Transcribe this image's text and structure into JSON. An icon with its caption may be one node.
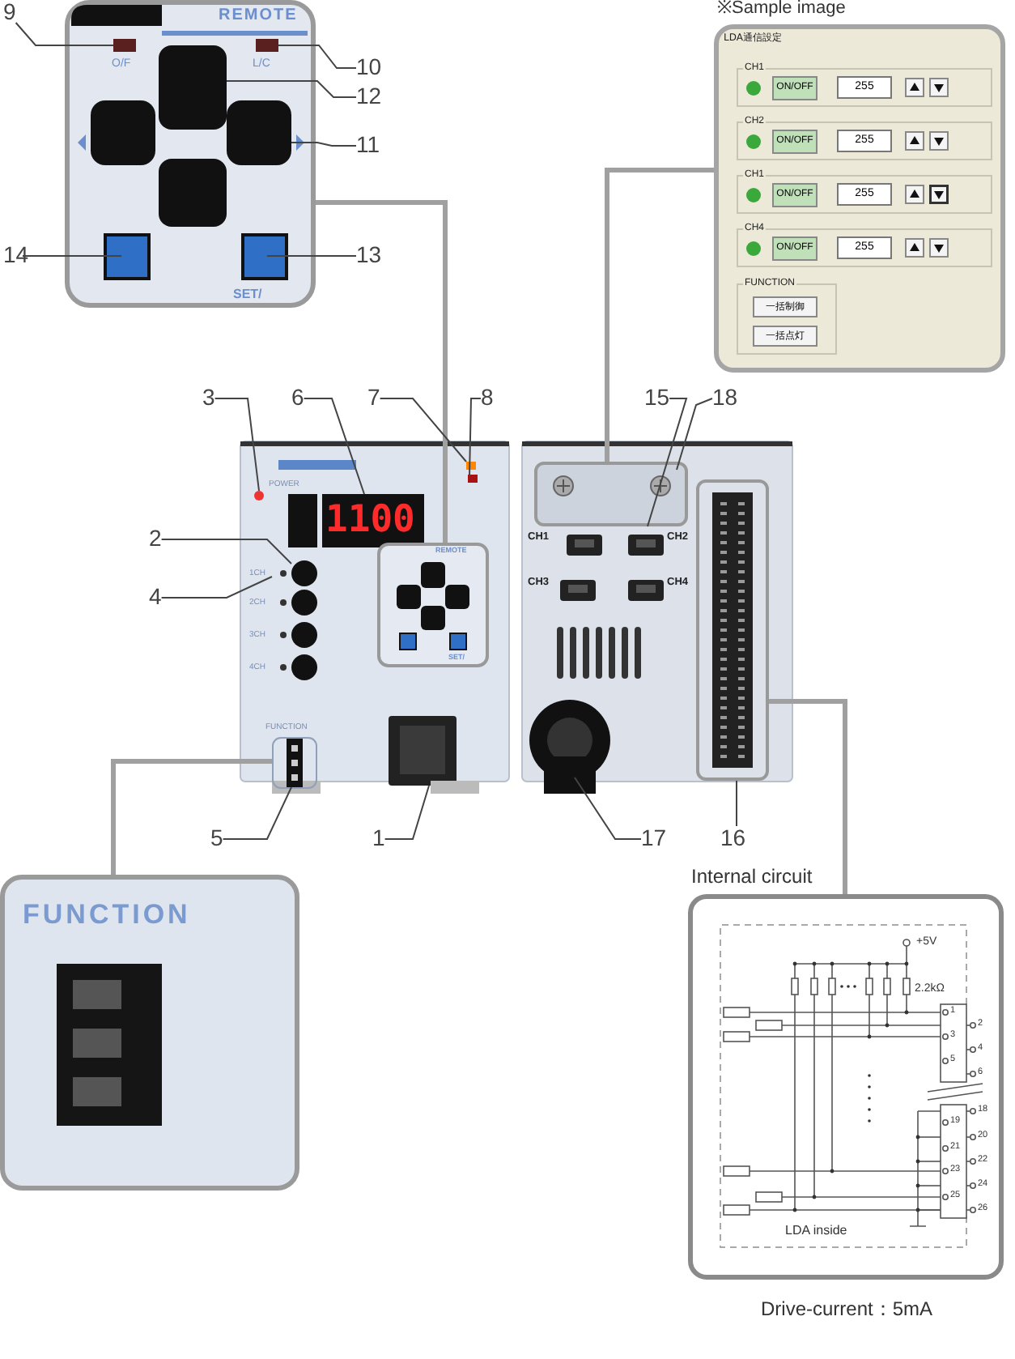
{
  "diagram": {
    "nodes": [
      {
        "text": [
          "REMOTE",
          "O/F",
          "L/C",
          "SET/"
        ]
      },
      {
        "text": [
          "LDA通信設定",
          "CH1",
          "ON/OFF",
          "255",
          "CH2",
          "ON/OFF",
          "255",
          "CH1",
          "ON/OFF",
          "255",
          "CH4",
          "ON/OFF",
          "255",
          "FUNCTION",
          "一括制御",
          "一括点灯"
        ],
        "beside": [
          "※Sample image"
        ]
      },
      {
        "text": [
          "POWER",
          "1100",
          "1CH",
          "2CH",
          "3CH",
          "4CH",
          "FUNCTION"
        ]
      },
      {
        "text": [
          "REMOTE",
          "SET/"
        ],
        "in": 2
      },
      {
        "text": [
          "CH1",
          "CH2",
          "CH3",
          "CH4"
        ]
      },
      {
        "text": [],
        "shape": "box",
        "in": 4
      },
      {
        "text": [],
        "shape": "box",
        "in": 4
      },
      {
        "text": [
          "FUNCTION"
        ]
      },
      {
        "text": [],
        "shape": "box",
        "in": 2
      },
      {
        "text": [
          "Internal circuit",
          "+5V",
          "2.2kΩ",
          "1",
          "2",
          "3",
          "4",
          "5",
          "6",
          "18",
          "19",
          "20",
          "21",
          "22",
          "23",
          "24",
          "25",
          "26",
          "LDA inside"
        ],
        "beside": [
          "Drive-current：5mA"
        ]
      },
      {
        "text": [
          "9"
        ]
      },
      {
        "text": [
          "10"
        ]
      },
      {
        "text": [
          "12"
        ]
      },
      {
        "text": [
          "11"
        ]
      },
      {
        "text": [
          "14"
        ]
      },
      {
        "text": [
          "13"
        ]
      },
      {
        "text": [
          "3"
        ]
      },
      {
        "text": [
          "6"
        ]
      },
      {
        "text": [
          "7"
        ]
      },
      {
        "text": [
          "8"
        ]
      },
      {
        "text": [
          "15"
        ]
      },
      {
        "text": [
          "18"
        ]
      },
      {
        "text": [
          "2"
        ]
      },
      {
        "text": [
          "4"
        ]
      },
      {
        "text": [
          "5"
        ]
      },
      {
        "text": [
          "1"
        ]
      },
      {
        "text": [
          "17"
        ]
      },
      {
        "text": [
          "16"
        ]
      }
    ],
    "edges": [
      {
        "from": 0,
        "to": 3,
        "arrow": "none",
        "style": "thick",
        "color": "#a0a0a0"
      },
      {
        "from": 1,
        "to": 5,
        "arrow": "none",
        "style": "thick",
        "color": "#a0a0a0"
      },
      {
        "from": 7,
        "to": 8,
        "arrow": "none",
        "style": "thick",
        "color": "#a0a0a0"
      },
      {
        "from": 9,
        "to": 6,
        "arrow": "none",
        "style": "thick",
        "color": "#a0a0a0"
      },
      {
        "from": 10,
        "to": 0,
        "arrow": "none"
      },
      {
        "from": 11,
        "to": 0,
        "arrow": "none"
      },
      {
        "from": 12,
        "to": 0,
        "arrow": "none"
      },
      {
        "from": 13,
        "to": 0,
        "arrow": "none"
      },
      {
        "from": 14,
        "to": 0,
        "arrow": "none"
      },
      {
        "from": 15,
        "to": 0,
        "arrow": "none"
      },
      {
        "from": 16,
        "to": 2,
        "arrow": "none"
      },
      {
        "from": 17,
        "to": 2,
        "arrow": "none"
      },
      {
        "from": 18,
        "to": 2,
        "arrow": "none"
      },
      {
        "from": 19,
        "to": 2,
        "arrow": "none"
      },
      {
        "from": 20,
        "to": 5,
        "arrow": "none"
      },
      {
        "from": 21,
        "to": 5,
        "arrow": "none"
      },
      {
        "from": 22,
        "to": 2,
        "arrow": "none"
      },
      {
        "from": 23,
        "to": 2,
        "arrow": "none"
      },
      {
        "from": 24,
        "to": 8,
        "arrow": "none"
      },
      {
        "from": 25,
        "to": 2,
        "arrow": "none"
      },
      {
        "from": 26,
        "to": 4,
        "arrow": "none"
      },
      {
        "from": 27,
        "to": 6,
        "arrow": "none"
      }
    ]
  }
}
